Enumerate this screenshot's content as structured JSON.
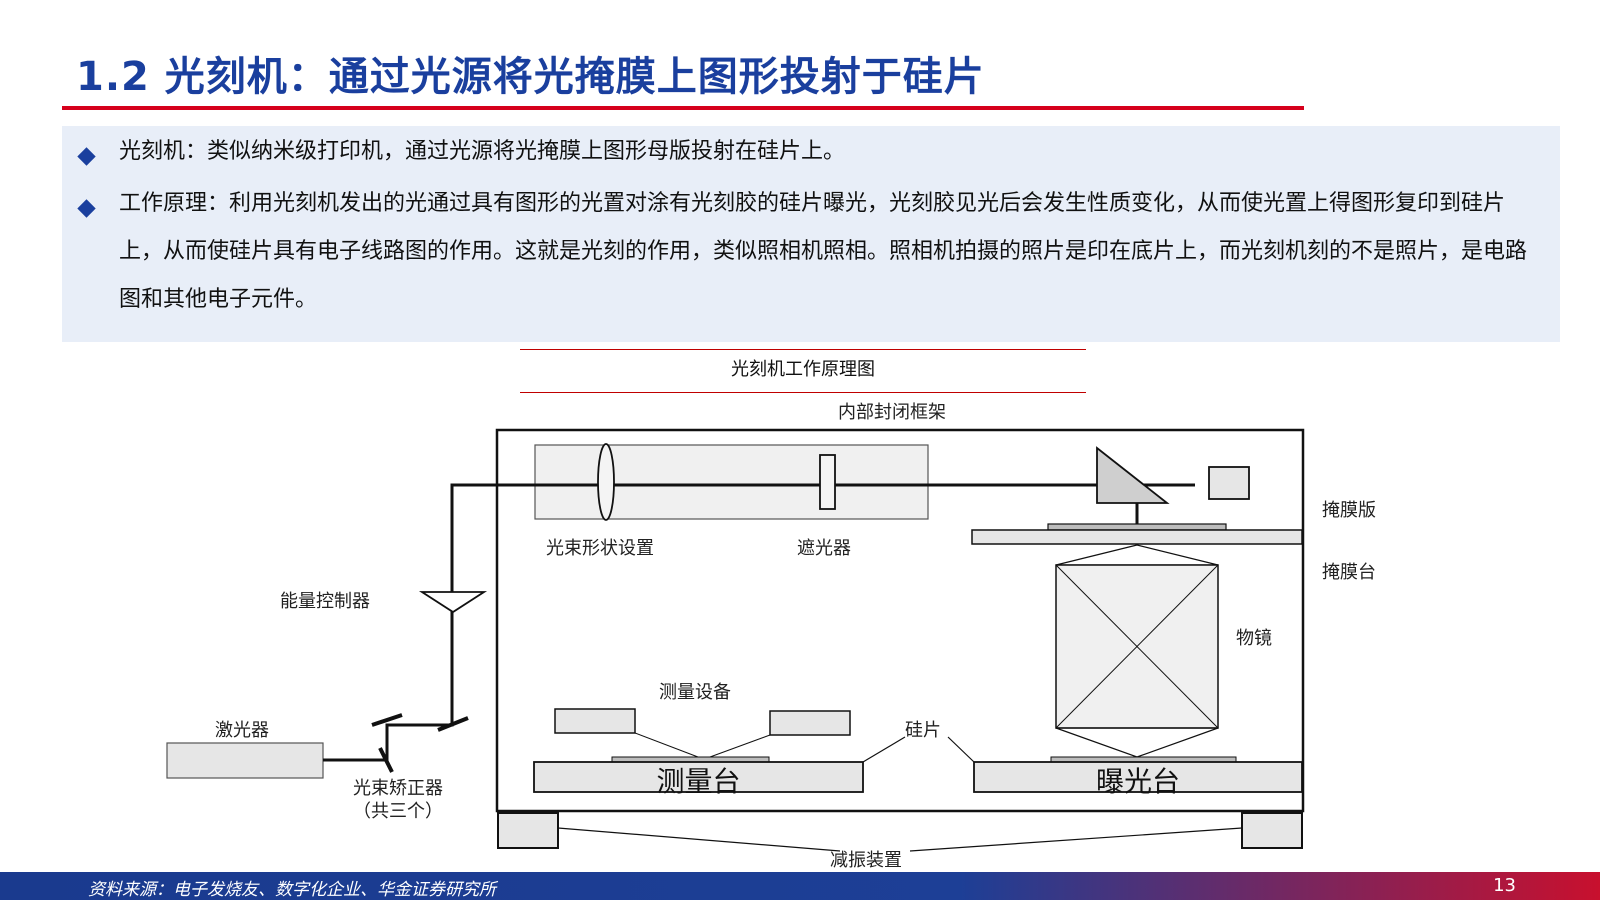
{
  "slide": {
    "title": "1.2 光刻机：通过光源将光掩膜上图形投射于硅片",
    "page_number": "13"
  },
  "intro": {
    "bullet1": "光刻机：类似纳米级打印机，通过光源将光掩膜上图形母版投射在硅片上。",
    "bullet2": "工作原理：利用光刻机发出的光通过具有图形的光置对涂有光刻胶的硅片曝光，光刻胶见光后会发生性质变化，从而使光置上得图形复印到硅片上，从而使硅片具有电子线路图的作用。这就是光刻的作用，类似照相机照相。照相机拍摄的照片是印在底片上，而光刻机刻的不是照片，是电路图和其他电子元件。"
  },
  "figure": {
    "title": "光刻机工作原理图",
    "labels": {
      "frame": "内部封闭框架",
      "beam_shaping": "光束形状设置",
      "shutter": "遮光器",
      "mask": "掩膜版",
      "mask_stage": "掩膜台",
      "energy_controller": "能量控制器",
      "objective": "物镜",
      "measuring_device": "测量设备",
      "laser": "激光器",
      "wafer": "硅片",
      "beam_corrector": "光束矫正器",
      "beam_corrector_note": "（共三个）",
      "measuring_stage": "测量台",
      "exposure_stage": "曝光台",
      "damping": "减振装置"
    }
  },
  "footer": {
    "source": "资料来源：电子发烧友、数字化企业、华金证券研究所"
  },
  "colors": {
    "title_blue": "#1a3f9e",
    "accent_red": "#d6001c",
    "panel_bg": "#e8eef8",
    "part_fill": "#e6e6e6"
  }
}
